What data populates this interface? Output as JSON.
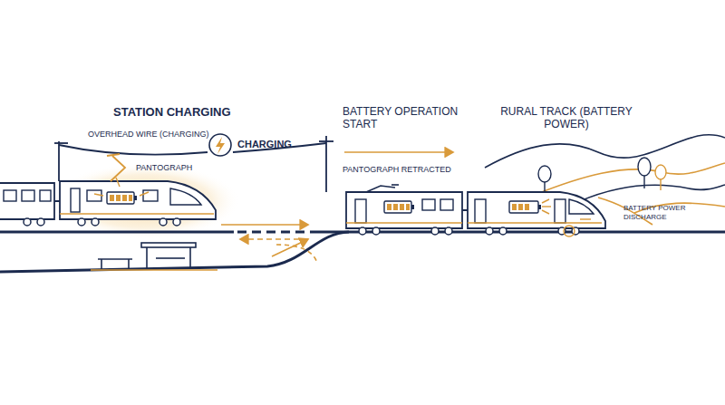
{
  "diagram": {
    "labels": [
      "STATION CHARGING",
      "OVERHEAD WIRE (CHARGING)",
      "CHARGING",
      "PANTOGRAPH",
      "BATTERY OPERATION START",
      "PANTOGRAPH RETRACTED",
      "RURAL TRACK (BATTERY POWER)",
      "BATTERY POWER DISCHARGE"
    ]
  }
}
